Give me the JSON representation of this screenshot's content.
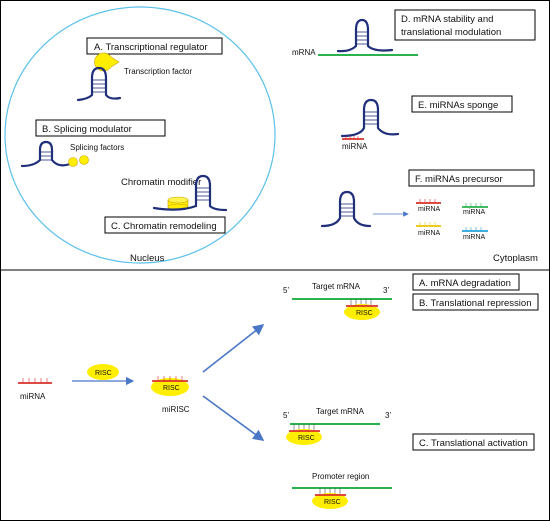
{
  "panel_top": {
    "nucleus_boxes": {
      "a": "A. Transcriptional regulator",
      "b": "B. Splicing modulator",
      "c": "C. Chromatin remodeling"
    },
    "nucleus_labels": {
      "transcription_factor": "Transcription factor",
      "splicing_factors": "Splicing factors",
      "chromatin_modifier": "Chromatin modifier",
      "nucleus": "Nucleus"
    },
    "cytoplasm_boxes": {
      "d_line1": "D. mRNA stability and",
      "d_line2": "translational modulation",
      "e": "E. miRNAs sponge",
      "f": "F. miRNAs precursor"
    },
    "cytoplasm_labels": {
      "mrna": "mRNA",
      "mirna": "miRNA",
      "cytoplasm": "Cytoplasm"
    }
  },
  "panel_bottom": {
    "boxes": {
      "a": "A. mRNA degradation",
      "b": "B. Translational repression",
      "c": "C. Translational activation"
    },
    "labels": {
      "mirna": "miRNA",
      "risc": "RISC",
      "mirisc": "miRISC",
      "five_prime": "5’",
      "three_prime": "3’",
      "target_mrna": "Target mRNA",
      "promoter_region": "Promoter region"
    }
  },
  "colors": {
    "rna": "#1f2f7a",
    "mirna_red": "#d9302a",
    "mrna_green": "#2bb24c",
    "risc_yellow": "#ffee00",
    "arrow_blue": "#4a78c6",
    "nucleus_circle": "#5bc0eb",
    "mirna_blue": "#27a3d8",
    "mirna_yellow": "#e8c400"
  }
}
